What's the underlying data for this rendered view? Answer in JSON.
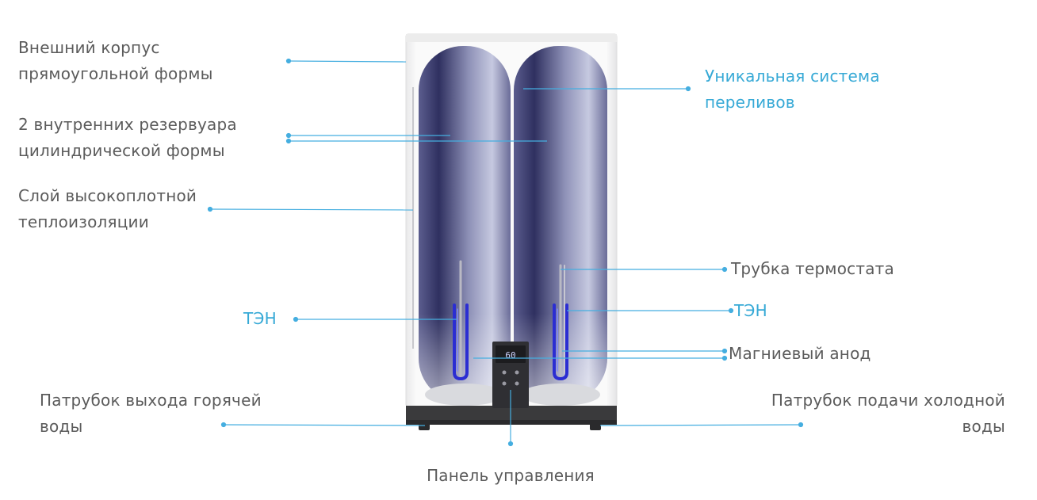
{
  "colors": {
    "leader": "#45aee0",
    "accent_text": "#36a9d6",
    "text": "#5b5b5b",
    "body_shell": "#f7f7f7",
    "base": "#3a3a3c",
    "tank_dark": "#3f3f70",
    "tank_light": "#c3c7e0",
    "heater": "#2b2dd2",
    "display": "#2a2a2c"
  },
  "labels": {
    "outer_case": [
      "Внешний корпус",
      "прямоугольной формы"
    ],
    "inner_tanks": [
      "2 внутренних резервуара",
      "цилиндрической формы"
    ],
    "insulation": [
      "Слой высокоплотной",
      "теплоизоляции"
    ],
    "heater_left": "ТЭН",
    "hot_outlet": [
      "Патрубок выхода горячей",
      "воды"
    ],
    "overflow_system": [
      "Уникальная система",
      "переливов"
    ],
    "thermostat_tube": "Трубка термостата",
    "heater_right": "ТЭН",
    "magnesium_anode": "Магниевый анод",
    "cold_inlet": [
      "Патрубок подачи холодной",
      "воды"
    ],
    "control_panel": "Панель управления"
  },
  "display": {
    "temperature": "60"
  }
}
